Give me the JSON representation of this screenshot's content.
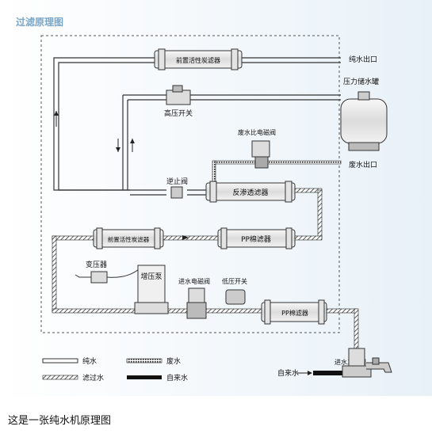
{
  "title": "过滤原理图",
  "components": {
    "front_carbon_top": "前置活性炭滤器",
    "high_pressure_switch": "高压开关",
    "pure_water_outlet": "纯水出口",
    "pressure_tank": "压力储水罐",
    "waste_solenoid": "废水比电磁阀",
    "waste_outlet": "废水出口",
    "check_valve": "逆止阀",
    "ro_filter": "反渗透滤器",
    "front_carbon_mid": "前置活性炭滤器",
    "pp_filter_mid": "PP棉滤器",
    "transformer": "变压器",
    "booster_pump": "增压泵",
    "inlet_solenoid": "进水电磁阀",
    "low_pressure_switch": "低压开关",
    "pp_filter_bottom": "PP棉滤器",
    "inlet_tee": "进水三通阀",
    "tap_water_in": "自来水"
  },
  "legend": [
    {
      "key": "pure",
      "label": "纯水"
    },
    {
      "key": "waste",
      "label": "废水"
    },
    {
      "key": "filtered",
      "label": "滤过水"
    },
    {
      "key": "tap",
      "label": "自来水"
    }
  ],
  "caption": "这是一张纯水机原理图",
  "colors": {
    "title": "#7aa6c8",
    "line": "#333333",
    "bg_tint": "#eef5fa"
  }
}
